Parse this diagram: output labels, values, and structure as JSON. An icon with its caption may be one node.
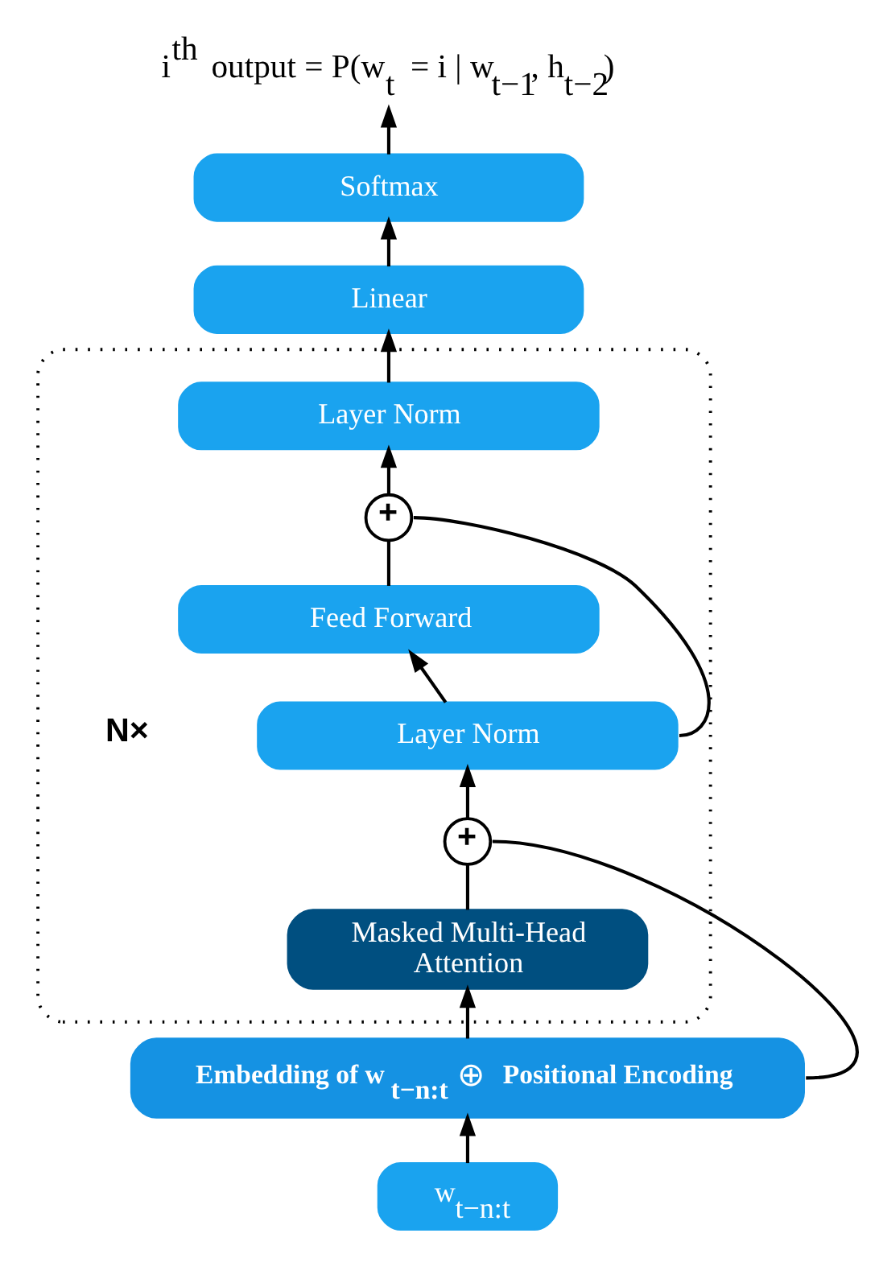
{
  "diagram": {
    "nodes": [
      {
        "text": [
          "i$^{th}$ output = P(w$_{t}$ = i | w$_{t−1}$, h$_{t−2}$)"
        ]
      },
      {
        "text": [
          "Softmax"
        ]
      },
      {
        "text": [
          "Linear"
        ]
      },
      {
        "text": [],
        "shape": "box",
        "beside": [
          "N×"
        ]
      },
      {
        "text": [
          "Layer Norm"
        ],
        "in": 3
      },
      {
        "text": [
          "+"
        ],
        "in": 3
      },
      {
        "text": [
          "Feed Forward"
        ],
        "in": 3
      },
      {
        "text": [
          "Layer Norm"
        ],
        "in": 3
      },
      {
        "text": [
          "+"
        ],
        "in": 3
      },
      {
        "text": [
          "Masked Multi-Head Attention"
        ],
        "in": 3
      },
      {
        "text": [
          "Embedding of w$_{t−n:t}$",
          "⊕",
          "Positional Encoding"
        ]
      },
      {
        "text": [
          "w$_{t−n:t}$"
        ]
      }
    ],
    "edges": [
      {
        "from": 11,
        "to": 10,
        "arrow": "to"
      },
      {
        "from": 10,
        "to": 9,
        "arrow": "to"
      },
      {
        "from": 10,
        "to": 8,
        "arrow": "none"
      },
      {
        "from": 9,
        "to": 8,
        "arrow": "none"
      },
      {
        "from": 8,
        "to": 7,
        "arrow": "to"
      },
      {
        "from": 7,
        "to": 6,
        "arrow": "to"
      },
      {
        "from": 7,
        "to": 5,
        "arrow": "none"
      },
      {
        "from": 6,
        "to": 5,
        "arrow": "none"
      },
      {
        "from": 5,
        "to": 4,
        "arrow": "to"
      },
      {
        "from": 4,
        "to": 2,
        "arrow": "to"
      },
      {
        "from": 2,
        "to": 1,
        "arrow": "to"
      },
      {
        "from": 1,
        "to": 0,
        "arrow": "to"
      }
    ]
  }
}
